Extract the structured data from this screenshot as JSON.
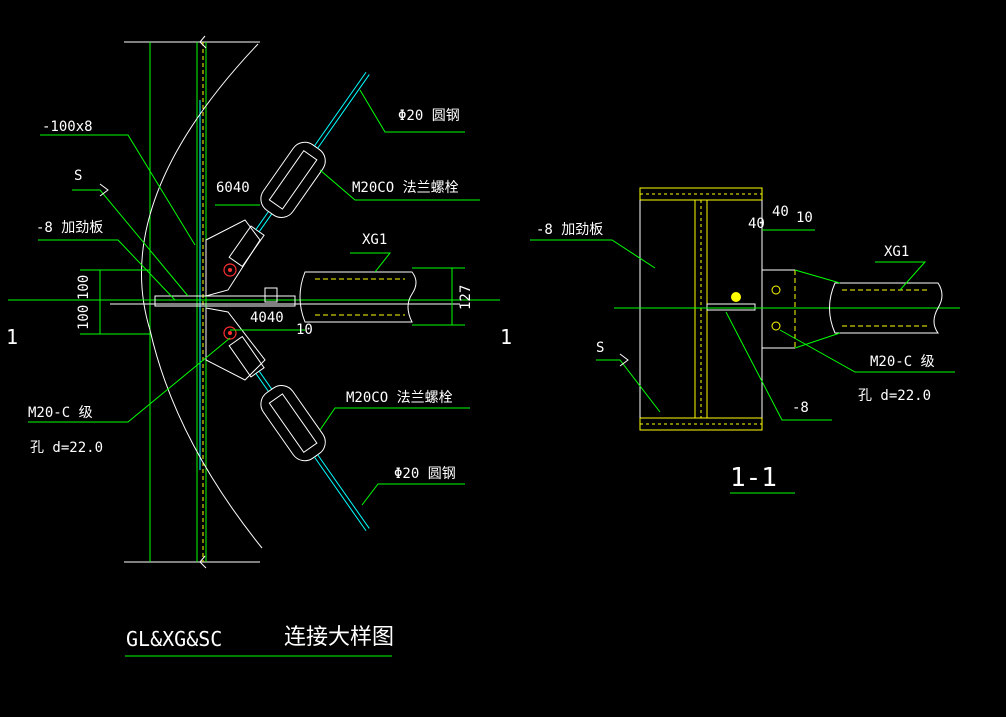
{
  "left_view": {
    "labels": {
      "plate": "-100x8",
      "weld_s": "S",
      "stiffener": "-8  加劲板",
      "dim_100_a": "100",
      "dim_100_b": "100",
      "dim_6040": "6040",
      "dim_4040": "4040",
      "dim_10": "10",
      "dim_127": "127",
      "rod_top": "Φ20  圆钢",
      "rod_bottom": "Φ20  圆钢",
      "turnbuckle_top": "M20CO   法兰螺栓",
      "turnbuckle_bottom": "M20CO   法兰螺栓",
      "xg": "XG1",
      "bolt_grade": "M20-C    级",
      "hole": "孔  d=22.0",
      "section_left": "1",
      "section_right": "1"
    }
  },
  "right_view": {
    "labels": {
      "stiffener": "-8  加劲板",
      "weld_s": "S",
      "dim_40_a": "40",
      "dim_40_b": "40",
      "dim_10": "10",
      "xg": "XG1",
      "bolt_grade": "M20-C    级",
      "hole": "孔  d=22.0",
      "plate": "-8",
      "section_title": "1-1"
    }
  },
  "title": {
    "left": "GL&XG&SC",
    "right": "连接大样图"
  },
  "colors": {
    "background": "#000000",
    "line_green": "#00ff00",
    "line_white": "#ffffff",
    "line_cyan": "#00ffff",
    "line_yellow": "#ffff00",
    "line_red": "#ff3030"
  }
}
